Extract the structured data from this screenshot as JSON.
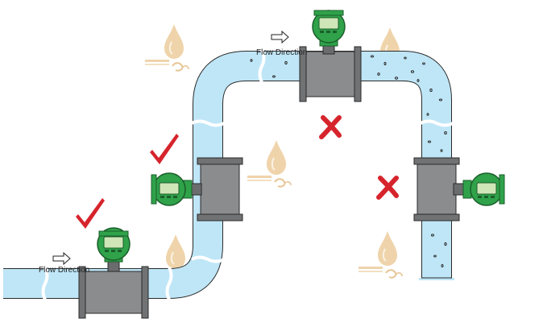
{
  "labels": {
    "flow_direction_top": "Flow Direction",
    "flow_direction_bottom": "Flow Direction"
  },
  "installations": [
    {
      "position": "horizontal pipe, bottom left",
      "status": "correct",
      "mark": "check-mark"
    },
    {
      "position": "vertical pipe, upward flow",
      "status": "correct",
      "mark": "check-mark"
    },
    {
      "position": "horizontal pipe, top (highest point)",
      "status": "incorrect",
      "mark": "cross-mark"
    },
    {
      "position": "vertical pipe, downward flow",
      "status": "incorrect",
      "mark": "cross-mark"
    }
  ],
  "colors": {
    "water": "#bfe6f7",
    "pipe_outline": "#2a2a2a",
    "meter_body": "#707274",
    "transmitter_green": "#2fa24a",
    "lcd_screen": "#cfe6b8",
    "check": "#d6242c",
    "cross": "#d6242c",
    "watermark": "#e8c79a"
  },
  "watermark": {
    "icon": "oil-drop-logo"
  }
}
